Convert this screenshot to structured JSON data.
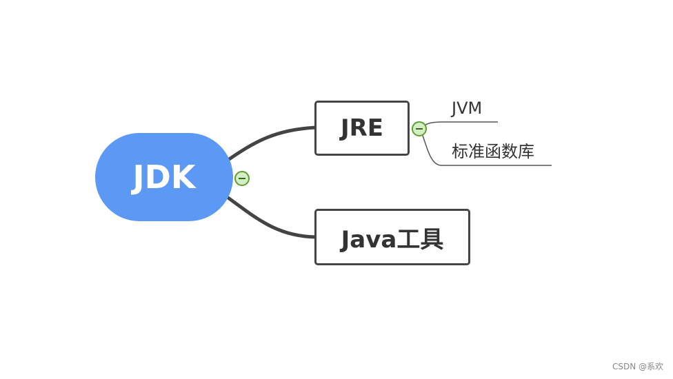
{
  "root": {
    "label": "JDK",
    "color": "#5b99f5"
  },
  "branches": [
    {
      "label": "JRE",
      "children": [
        "JVM",
        "标准函数库"
      ]
    },
    {
      "label": "Java工具",
      "children": []
    }
  ],
  "watermark": "CSDN @系欢",
  "colors": {
    "line": "#444444",
    "toggle_border": "#5aa02c",
    "toggle_fill": "#d6ecc6"
  }
}
